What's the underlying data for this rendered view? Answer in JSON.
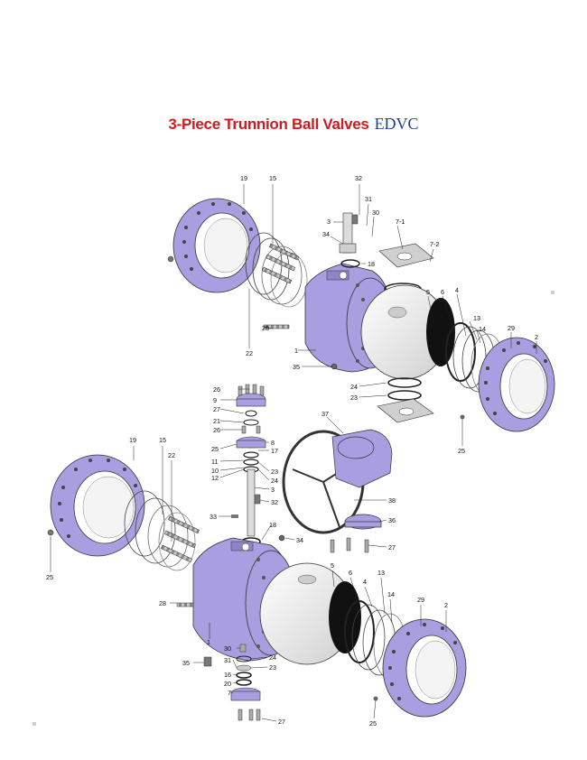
{
  "title": {
    "main": "3-Piece Trunnion Ball Valves",
    "brand": "EDVC"
  },
  "colors": {
    "title_red": "#d11a1f",
    "brand_blue": "#1d3f8f",
    "body_purple": "#a99ee0",
    "ball_white": "#f2f2f2"
  },
  "upper_labels": [
    {
      "id": "u19",
      "text": "19"
    },
    {
      "id": "u15",
      "text": "15"
    },
    {
      "id": "u32",
      "text": "32"
    },
    {
      "id": "u31",
      "text": "31"
    },
    {
      "id": "u30",
      "text": "30"
    },
    {
      "id": "u3",
      "text": "3"
    },
    {
      "id": "u7-1",
      "text": "7-1"
    },
    {
      "id": "u34",
      "text": "34"
    },
    {
      "id": "u7-2",
      "text": "7-2"
    },
    {
      "id": "u18",
      "text": "18"
    },
    {
      "id": "u5",
      "text": "5"
    },
    {
      "id": "u6",
      "text": "6"
    },
    {
      "id": "u4",
      "text": "4"
    },
    {
      "id": "u13",
      "text": "13"
    },
    {
      "id": "u14",
      "text": "14"
    },
    {
      "id": "u29",
      "text": "29"
    },
    {
      "id": "u2",
      "text": "2"
    },
    {
      "id": "u28",
      "text": "28"
    },
    {
      "id": "u22",
      "text": "22"
    },
    {
      "id": "u1",
      "text": "1"
    },
    {
      "id": "u35",
      "text": "35"
    },
    {
      "id": "u24",
      "text": "24"
    },
    {
      "id": "u23",
      "text": "23"
    },
    {
      "id": "u25",
      "text": "25"
    }
  ],
  "lower_labels": [
    {
      "id": "l26a",
      "text": "26"
    },
    {
      "id": "l9",
      "text": "9"
    },
    {
      "id": "l27a",
      "text": "27"
    },
    {
      "id": "l21",
      "text": "21"
    },
    {
      "id": "l26b",
      "text": "26"
    },
    {
      "id": "l25a",
      "text": "25"
    },
    {
      "id": "l8",
      "text": "8"
    },
    {
      "id": "l17",
      "text": "17"
    },
    {
      "id": "l11",
      "text": "11"
    },
    {
      "id": "l10",
      "text": "10"
    },
    {
      "id": "l12",
      "text": "12"
    },
    {
      "id": "l23a",
      "text": "23"
    },
    {
      "id": "l24a",
      "text": "24"
    },
    {
      "id": "l3",
      "text": "3"
    },
    {
      "id": "l32",
      "text": "32"
    },
    {
      "id": "l33",
      "text": "33"
    },
    {
      "id": "l18",
      "text": "18"
    },
    {
      "id": "l34",
      "text": "34"
    },
    {
      "id": "l37",
      "text": "37"
    },
    {
      "id": "l38",
      "text": "38"
    },
    {
      "id": "l36",
      "text": "36"
    },
    {
      "id": "l27b",
      "text": "27"
    },
    {
      "id": "l19",
      "text": "19"
    },
    {
      "id": "l15",
      "text": "15"
    },
    {
      "id": "l22",
      "text": "22"
    },
    {
      "id": "l25b",
      "text": "25"
    },
    {
      "id": "l28",
      "text": "28"
    },
    {
      "id": "l5",
      "text": "5"
    },
    {
      "id": "l6",
      "text": "6"
    },
    {
      "id": "l4",
      "text": "4"
    },
    {
      "id": "l13",
      "text": "13"
    },
    {
      "id": "l14",
      "text": "14"
    },
    {
      "id": "l29",
      "text": "29"
    },
    {
      "id": "l2",
      "text": "2"
    },
    {
      "id": "l1",
      "text": "1"
    },
    {
      "id": "l30",
      "text": "30"
    },
    {
      "id": "l24b",
      "text": "24"
    },
    {
      "id": "l31",
      "text": "31"
    },
    {
      "id": "l23b",
      "text": "23"
    },
    {
      "id": "l35",
      "text": "35"
    },
    {
      "id": "l16",
      "text": "16"
    },
    {
      "id": "l20",
      "text": "20"
    },
    {
      "id": "l7",
      "text": "7"
    },
    {
      "id": "l27c",
      "text": "27"
    },
    {
      "id": "l25c",
      "text": "25"
    }
  ]
}
